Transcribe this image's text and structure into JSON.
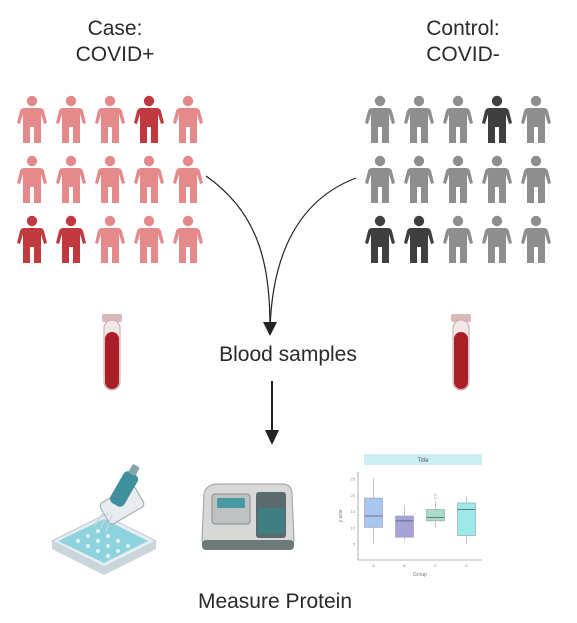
{
  "groups": {
    "case": {
      "title_line1": "Case:",
      "title_line2": "COVID+",
      "light_color": "#e58a8a",
      "dark_color": "#c0393f",
      "dark_positions": [
        3,
        10,
        11
      ]
    },
    "control": {
      "title_line1": "Control:",
      "title_line2": "COVID-",
      "light_color": "#8e8e8e",
      "dark_color": "#3f3f3f",
      "dark_positions": [
        3,
        10,
        11
      ]
    }
  },
  "steps": {
    "blood_samples": "Blood samples",
    "measure_protein": "Measure Protein"
  },
  "icons": [
    "person-icon",
    "blood-tube-icon",
    "pipette-plate-icon",
    "spectrophotometer-icon",
    "boxplot-chart-icon"
  ],
  "mini_chart": {
    "title": "Title",
    "xlabel": "Group",
    "ylabel": "y axis",
    "yticks": [
      "5",
      "10",
      "15",
      "20",
      "25"
    ],
    "xticks": [
      "A",
      "B",
      "C",
      "D"
    ]
  },
  "chart_data": {
    "type": "box",
    "title": "Title",
    "categories": [
      "A",
      "B",
      "C",
      "D"
    ],
    "ylim": [
      0,
      27
    ],
    "boxes": [
      {
        "min": 5,
        "q1": 10,
        "median": 13.5,
        "q3": 19,
        "max": 25,
        "color": "#aac6ee"
      },
      {
        "min": 6,
        "q1": 7,
        "median": 12,
        "q3": 13.5,
        "max": 17,
        "color": "#a5a4d8"
      },
      {
        "min": 10,
        "q1": 12,
        "median": 13,
        "q3": 15.5,
        "max": 18,
        "color": "#a7dcc8",
        "outliers": [
          19,
          20
        ]
      },
      {
        "min": 5,
        "q1": 7.5,
        "median": 15.5,
        "q3": 17.5,
        "max": 19.5,
        "color": "#9de9e8"
      }
    ]
  }
}
